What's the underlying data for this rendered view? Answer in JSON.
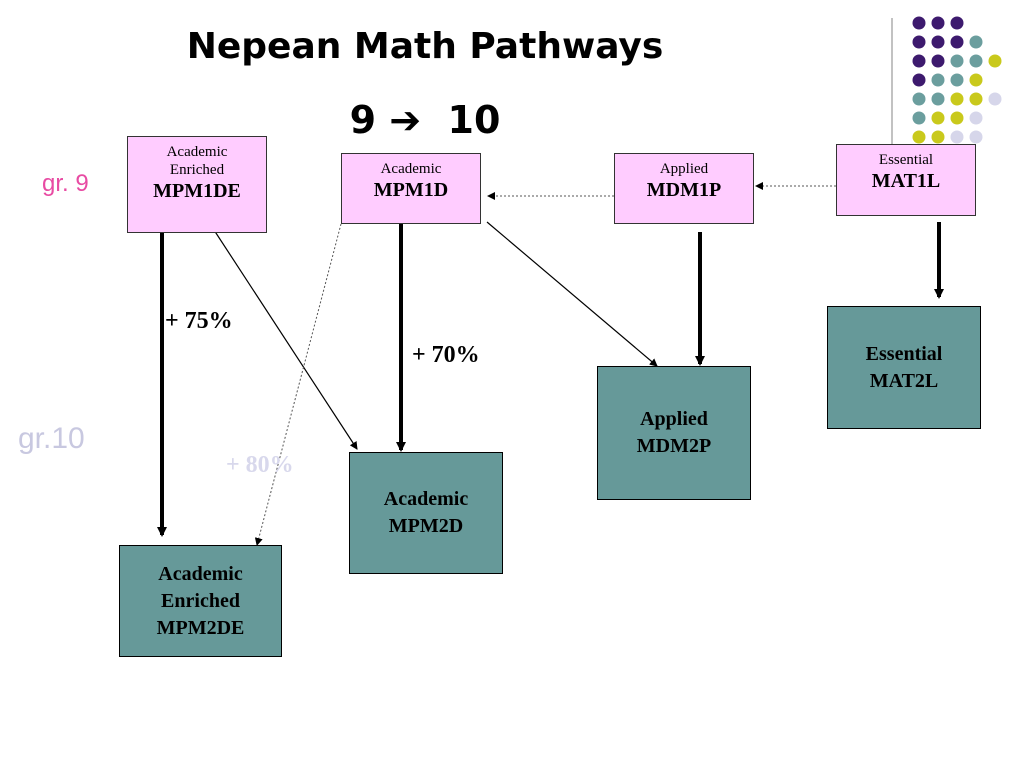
{
  "title": "Nepean Math Pathways",
  "subtitle": "9 ➔  10",
  "grade_labels": {
    "gr9": "gr. 9",
    "gr10": "gr.10"
  },
  "grade9_courses": [
    {
      "level": "Academic",
      "level2": "Enriched",
      "code": "MPM1DE"
    },
    {
      "level": "Academic",
      "code": "MPM1D"
    },
    {
      "level": "Applied",
      "code": "MDM1P"
    },
    {
      "level": "Essential",
      "code": "MAT1L"
    }
  ],
  "grade10_courses": [
    {
      "line1": "Academic",
      "line2": "Enriched",
      "line3": "MPM2DE"
    },
    {
      "line1": "Academic",
      "line2": "MPM2D"
    },
    {
      "line1": "Applied",
      "line2": "MDM2P"
    },
    {
      "line1": "Essential",
      "line2": "MAT2L"
    }
  ],
  "percentages": {
    "enriched": "+ 75%",
    "academic": "+ 70%",
    "faded": "+ 80%"
  },
  "colors": {
    "grade9_fill": "#FFCCFF",
    "grade10_fill": "#669999",
    "gr9_label": "#E84BA3",
    "gr10_label": "#C8C8E0",
    "faded_text": "#D8D8EC",
    "dot_purple": "#3D1A6E",
    "dot_teal": "#6B9E9E",
    "dot_yellow": "#C9C91C",
    "dot_lavender": "#D6D6EA"
  },
  "decoration": {
    "dot_grid": [
      "PPP..",
      "PPPT.",
      "PPTTY",
      "PTTY.",
      "TTYYL",
      "TYYL.",
      "YYLL.",
      "YLL..",
      "L...."
    ]
  }
}
